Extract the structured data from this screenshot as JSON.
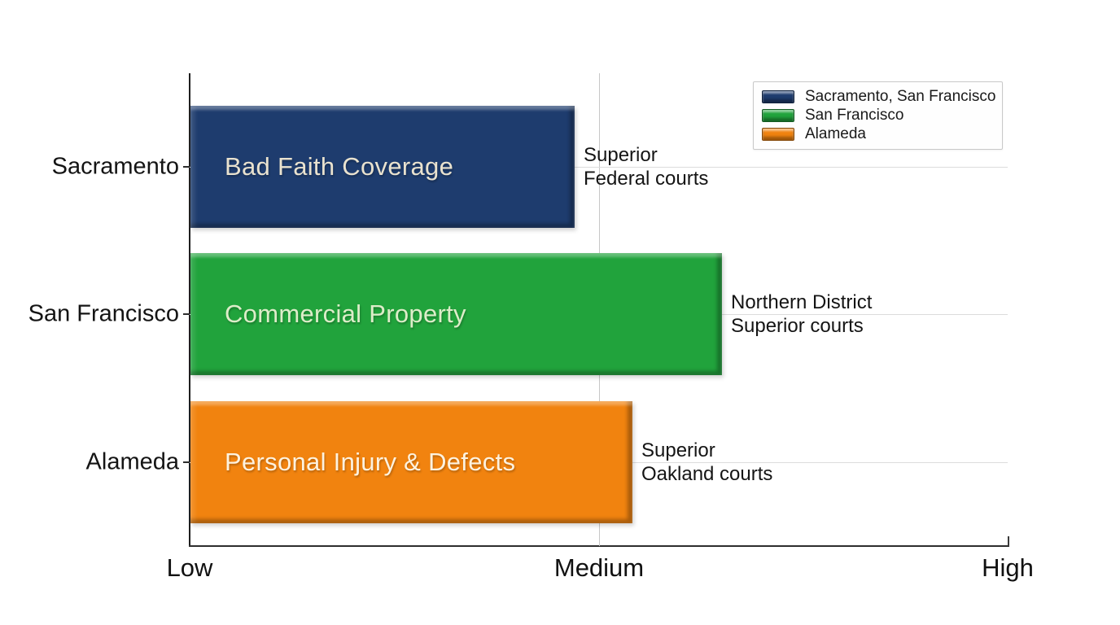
{
  "chart_data": {
    "type": "bar",
    "orientation": "horizontal",
    "title": "",
    "xlabel": "",
    "ylabel": "",
    "x_range": [
      0,
      1
    ],
    "x_ticks": [
      "Low",
      "Medium",
      "High"
    ],
    "tick_values": [
      0,
      0.5,
      1
    ],
    "grid": true,
    "categories": [
      "Sacramento",
      "San Francisco",
      "Alameda"
    ],
    "bars": [
      {
        "category": "Sacramento",
        "label": "Bad Faith Coverage",
        "value": 0.47,
        "color": "#1e3c6e",
        "label_color": "#e9e2cf",
        "annotation": [
          "Superior",
          "Federal courts"
        ]
      },
      {
        "category": "San Francisco",
        "label": "Commercial Property",
        "value": 0.65,
        "color": "#21a33c",
        "label_color": "#ddedc9",
        "annotation": [
          "Northern District",
          "Superior courts"
        ]
      },
      {
        "category": "Alameda",
        "label": "Personal Injury & Defects",
        "value": 0.54,
        "color": "#f1830f",
        "label_color": "#fdf2df",
        "annotation": [
          "Superior",
          "Oakland courts"
        ]
      }
    ],
    "legend_position": "upper right",
    "legend": [
      {
        "label": "Sacramento, San Francisco",
        "color": "#1e3c6e"
      },
      {
        "label": "San Francisco",
        "color": "#21a33c"
      },
      {
        "label": "Alameda",
        "color": "#f1830f"
      }
    ]
  }
}
